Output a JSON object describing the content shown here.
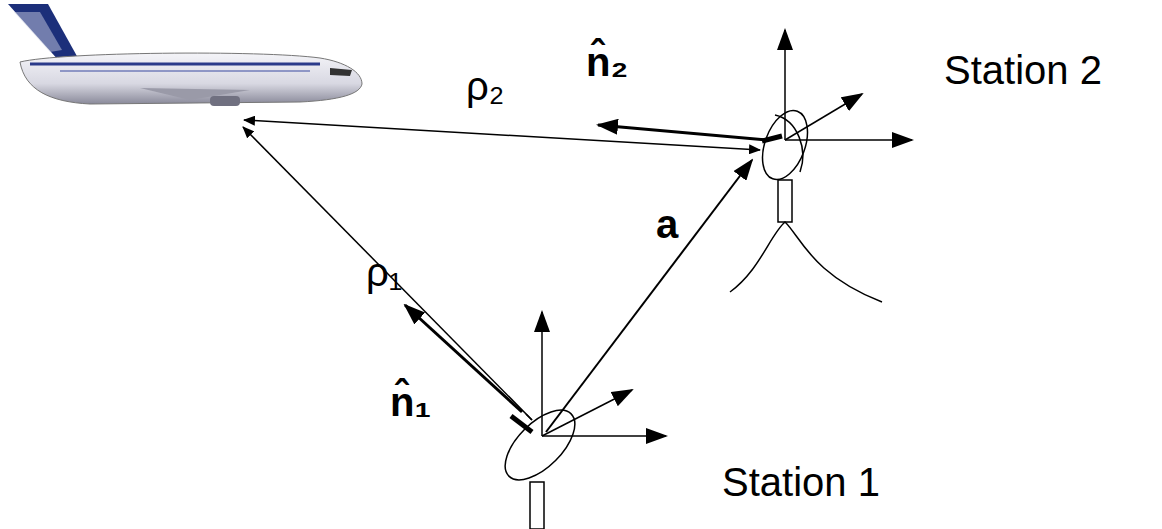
{
  "diagram": {
    "labels": [
      "n̂₂",
      "ρ₂",
      "Station 2",
      "ρ₁",
      "a",
      "n̂₁",
      "Station 1"
    ]
  }
}
